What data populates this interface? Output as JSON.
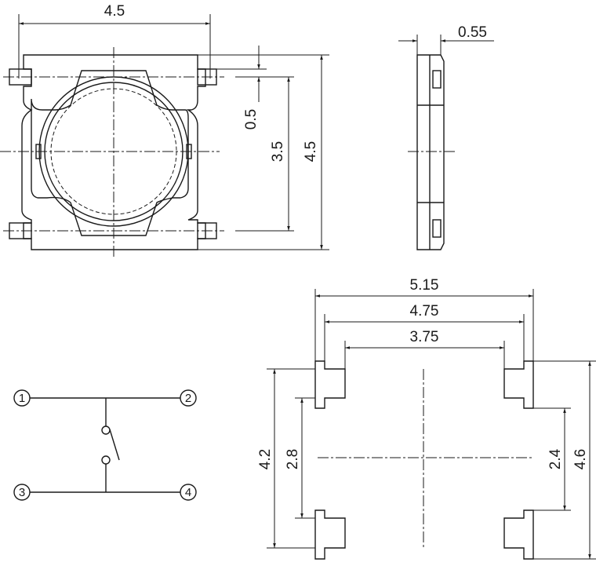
{
  "top_view": {
    "width_label": "4.5",
    "pin_label": "0.5",
    "pitch_label": "3.5",
    "height_label": "4.5"
  },
  "side_view": {
    "thickness_label": "0.55"
  },
  "schematic": {
    "pins": [
      "1",
      "2",
      "3",
      "4"
    ]
  },
  "footprint": {
    "outer_width": "5.15",
    "mid_width": "4.75",
    "inner_width": "3.75",
    "left_outer_height": "4.2",
    "left_inner_height": "2.8",
    "right_inner_height": "2.4",
    "right_outer_height": "4.6"
  }
}
